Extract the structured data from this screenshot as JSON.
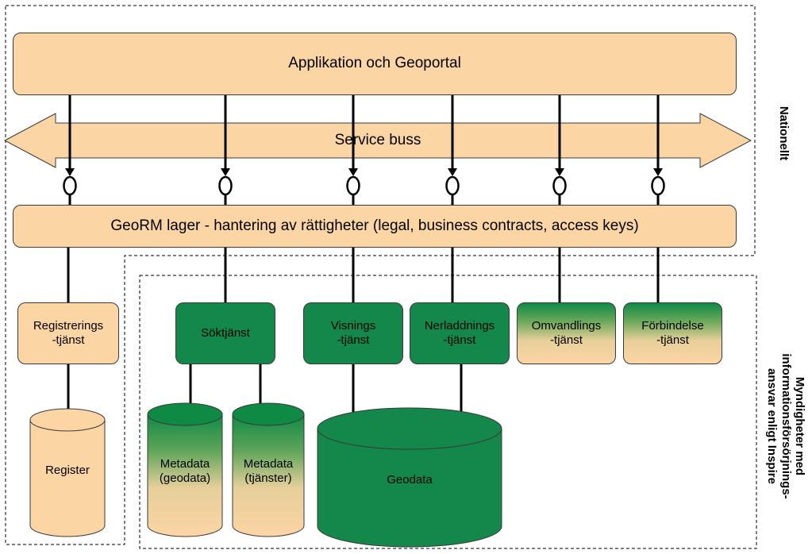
{
  "top_bar": {
    "label": "Applikation och Geoportal"
  },
  "service_bus": {
    "label": "Service buss"
  },
  "georm_layer": {
    "label": "GeoRM lager - hantering av rättigheter (legal, business contracts, access keys)"
  },
  "services": [
    {
      "label": "Registrerings\n-tjänst",
      "style": "peach"
    },
    {
      "label": "Söktjänst",
      "style": "green"
    },
    {
      "label": "Visnings\n-tjänst",
      "style": "green"
    },
    {
      "label": "Nerladdnings\n-tjänst",
      "style": "green"
    },
    {
      "label": "Omvandlings\n-tjänst",
      "style": "gradient"
    },
    {
      "label": "Förbindelse\n-tjänst",
      "style": "gradient"
    }
  ],
  "datastores": [
    {
      "label": "Register",
      "style": "peach"
    },
    {
      "label": "Metadata\n(geodata)",
      "style": "gradient"
    },
    {
      "label": "Metadata\n(tjänster)",
      "style": "gradient"
    },
    {
      "label": "Geodata",
      "style": "green"
    }
  ],
  "side_labels": {
    "national": "Nationellt",
    "authorities": "Myndigheter med\ninformationsförsörjnings-\nansvar enligt Inspire"
  },
  "colors": {
    "peach": "#fcd5a5",
    "green": "#13884a",
    "line": "#000000",
    "border": "#3a3a3a"
  }
}
